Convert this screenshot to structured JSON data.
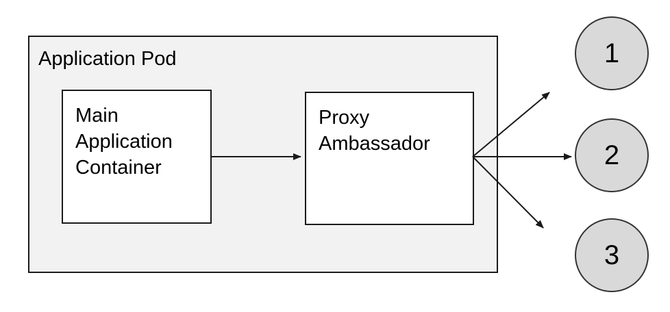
{
  "diagram": {
    "background_color": "#ffffff",
    "pod": {
      "label": "Application Pod",
      "fill": "#f2f2f2",
      "stroke": "#1a1a1a"
    },
    "nodes": [
      {
        "label": "Main\nApplication\nContainer",
        "fill": "#ffffff",
        "stroke": "#1a1a1a"
      },
      {
        "label": "Proxy\nAmbassador",
        "fill": "#ffffff",
        "stroke": "#1a1a1a"
      }
    ],
    "endpoints": [
      {
        "label": "1"
      },
      {
        "label": "2"
      },
      {
        "label": "3"
      }
    ],
    "endpoint_style": {
      "fill": "#d9d9d9",
      "stroke": "#333333"
    },
    "connections": [
      {
        "from": "Main Application Container",
        "to": "Proxy Ambassador"
      },
      {
        "from": "Proxy Ambassador",
        "to": "1"
      },
      {
        "from": "Proxy Ambassador",
        "to": "2"
      },
      {
        "from": "Proxy Ambassador",
        "to": "3"
      }
    ],
    "arrow_color": "#1a1a1a",
    "text_color": "#000000"
  }
}
